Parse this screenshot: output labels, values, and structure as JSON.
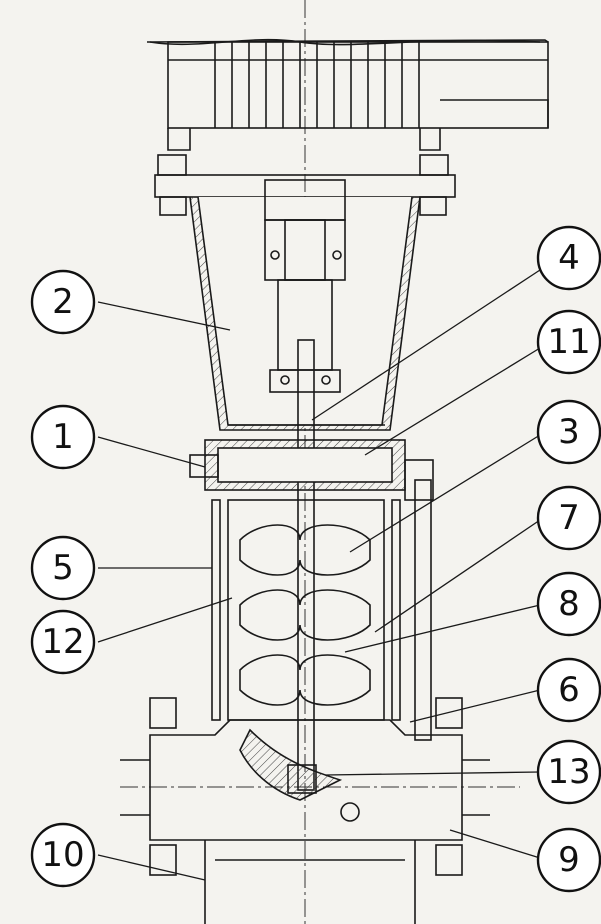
{
  "diagram": {
    "description_colors": {
      "background": "#f4f3ef",
      "line": "#1a1a1a",
      "hatch": "#444444"
    },
    "callouts": [
      {
        "label": "2"
      },
      {
        "label": "1"
      },
      {
        "label": "5"
      },
      {
        "label": "12"
      },
      {
        "label": "10"
      },
      {
        "label": "4"
      },
      {
        "label": "11"
      },
      {
        "label": "3"
      },
      {
        "label": "7"
      },
      {
        "label": "8"
      },
      {
        "label": "6"
      },
      {
        "label": "13"
      },
      {
        "label": "9"
      }
    ]
  }
}
